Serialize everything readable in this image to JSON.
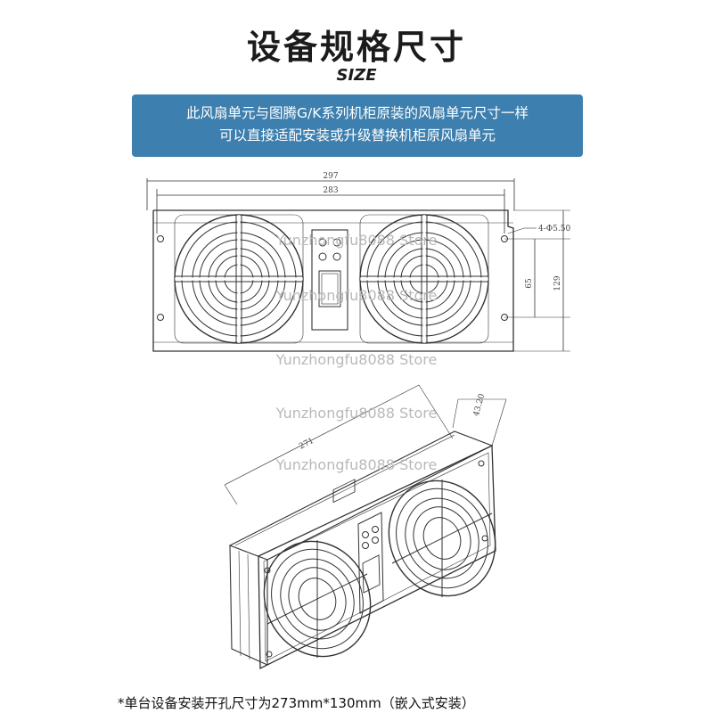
{
  "header": {
    "title": "设备规格尺寸",
    "subtitle": "SIZE"
  },
  "banner": {
    "line1": "此风扇单元与图腾G/K系列机柜原装的风扇单元尺寸一样",
    "line2": "可以直接适配安装或升级替换机柜原风扇单元"
  },
  "front_view": {
    "dim_total_width": "297",
    "dim_hole_spacing": "283",
    "dim_hole_diameter": "4-Φ5.50",
    "dim_hole_vertical": "65",
    "dim_height": "129"
  },
  "iso_view": {
    "dim_length": "271",
    "dim_depth": "43.20"
  },
  "watermark": "Yunzhongfu8088 Store",
  "footnote": "*单台设备安装开孔尺寸为273mm*130mm（嵌入式安装）"
}
